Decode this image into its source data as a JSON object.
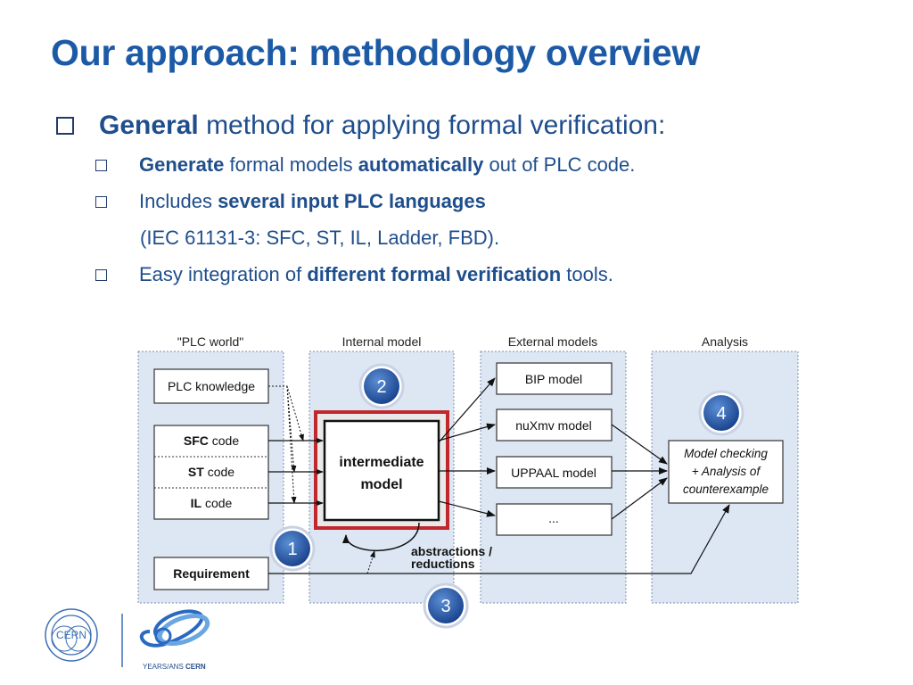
{
  "slide": {
    "title": "Our approach: methodology overview",
    "bullet1": {
      "bold": "General",
      "rest": " method for applying formal verification:"
    },
    "sub1": {
      "p1": "Generate",
      "p2": " formal models ",
      "p3": "automatically",
      "p4": " out of PLC code."
    },
    "sub2": {
      "p1": "Includes ",
      "p2": "several input PLC languages",
      "cont": "(IEC 61131-3: SFC, ST, IL, Ladder, FBD)."
    },
    "sub3": {
      "p1": "Easy integration of ",
      "p2": "different formal verification",
      "p3": " tools."
    }
  },
  "diagram": {
    "columns": {
      "plc": "\"PLC world\"",
      "internal": "Internal model",
      "external": "External models",
      "analysis": "Analysis"
    },
    "plc_knowledge": "PLC knowledge",
    "sfc": {
      "bold": "SFC",
      "rest": " code"
    },
    "st": {
      "bold": "ST",
      "rest": " code"
    },
    "il": {
      "bold": "IL",
      "rest": " code"
    },
    "requirement": "Requirement",
    "intermediate": {
      "line1": "intermediate",
      "line2": "model"
    },
    "abstractions": {
      "line1": "abstractions /",
      "line2": "reductions"
    },
    "models": [
      "BIP model",
      "nuXmv model",
      "UPPAAL model",
      "..."
    ],
    "analysis": {
      "line1": "Model checking",
      "line2": "+ Analysis of",
      "line3": "counterexample"
    },
    "badges": [
      "1",
      "2",
      "3",
      "4"
    ]
  },
  "footer": {
    "cern_logo": "CERN",
    "anniversary": {
      "years": "YEARS/ANS ",
      "cern": "CERN"
    }
  },
  "colors": {
    "title": "#1c5aa6",
    "text": "#1f4e8c",
    "panel": "#dde7f4",
    "highlight": "#c0282d",
    "badge": "#1f57a8"
  }
}
